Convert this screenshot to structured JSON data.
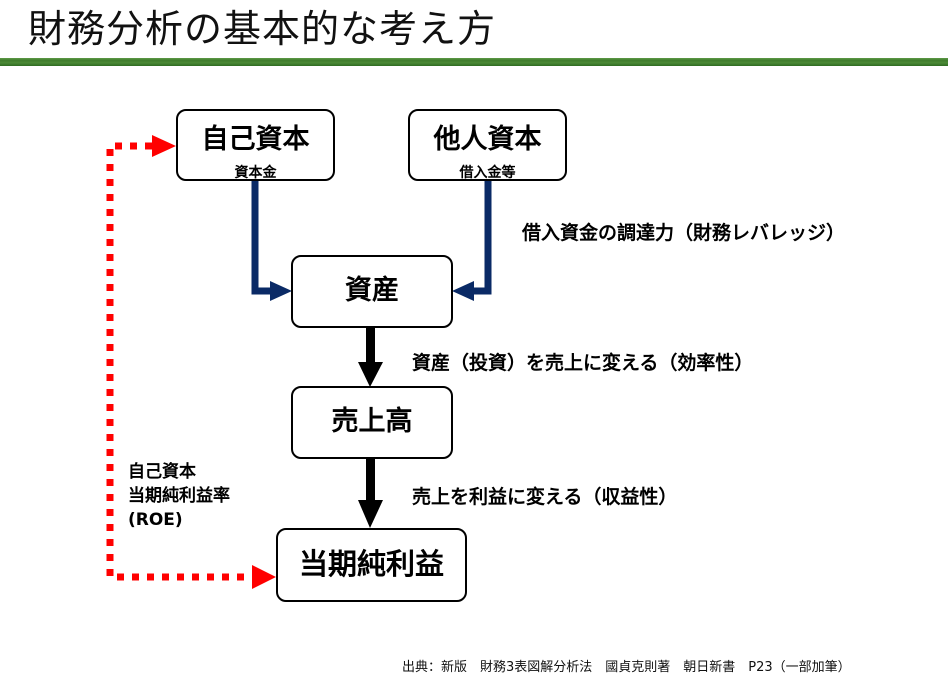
{
  "slide": {
    "title": "財務分析の基本的な考え方",
    "accent_color": "#3f7c2d"
  },
  "diagram": {
    "nodes": {
      "equity": {
        "title": "自己資本",
        "subtitle": "資本金"
      },
      "liabilities": {
        "title": "他人資本",
        "subtitle": "借入金等"
      },
      "assets": {
        "title": "資産"
      },
      "sales": {
        "title": "売上高"
      },
      "net_income": {
        "title": "当期純利益"
      }
    },
    "labels": {
      "leverage": "借入資金の調達力（財務レバレッジ）",
      "efficiency": "資産（投資）を売上に変える（効率性）",
      "profitability": "売上を利益に変える（収益性）",
      "roe_line1": "自己資本",
      "roe_line2": "当期純利益率",
      "roe_line3": "(ROE)"
    },
    "edges": [
      {
        "from": "equity",
        "to": "assets",
        "style": "solid",
        "color": "#0a2a66"
      },
      {
        "from": "liabilities",
        "to": "assets",
        "style": "solid",
        "color": "#0a2a66"
      },
      {
        "from": "assets",
        "to": "sales",
        "style": "solid",
        "color": "#000000"
      },
      {
        "from": "sales",
        "to": "net_income",
        "style": "solid",
        "color": "#000000"
      },
      {
        "from": "net_income",
        "to": "equity",
        "style": "dotted",
        "color": "#ff0000",
        "bidirectional": true
      }
    ]
  },
  "footer": {
    "source": "出典：新版　財務3表図解分析法　國貞克則著　朝日新書　P23（一部加筆）"
  }
}
